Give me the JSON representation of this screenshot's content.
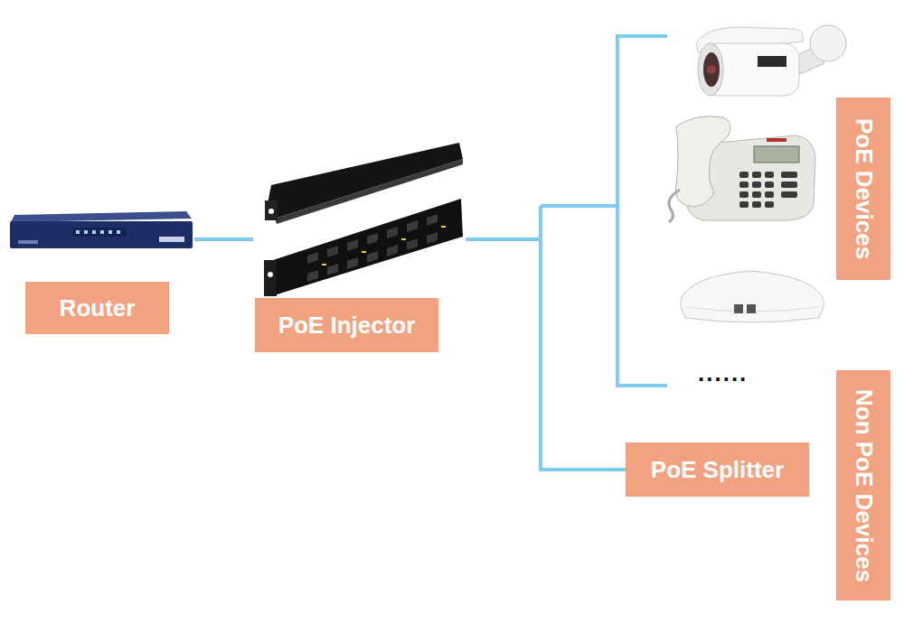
{
  "diagram": {
    "nodes": [
      {
        "text": [
          "Router"
        ]
      },
      {
        "text": [
          "PoE Injector"
        ]
      },
      {
        "text": [
          "PoE Devices"
        ]
      },
      {
        "text": [
          "PoE Splitter"
        ]
      },
      {
        "text": [
          "Non PoE Devices"
        ]
      }
    ],
    "edges": [
      {
        "from": 0,
        "to": 1,
        "arrow": "none"
      },
      {
        "from": 1,
        "to": 3,
        "arrow": "none"
      }
    ],
    "labels": [
      "......"
    ]
  }
}
